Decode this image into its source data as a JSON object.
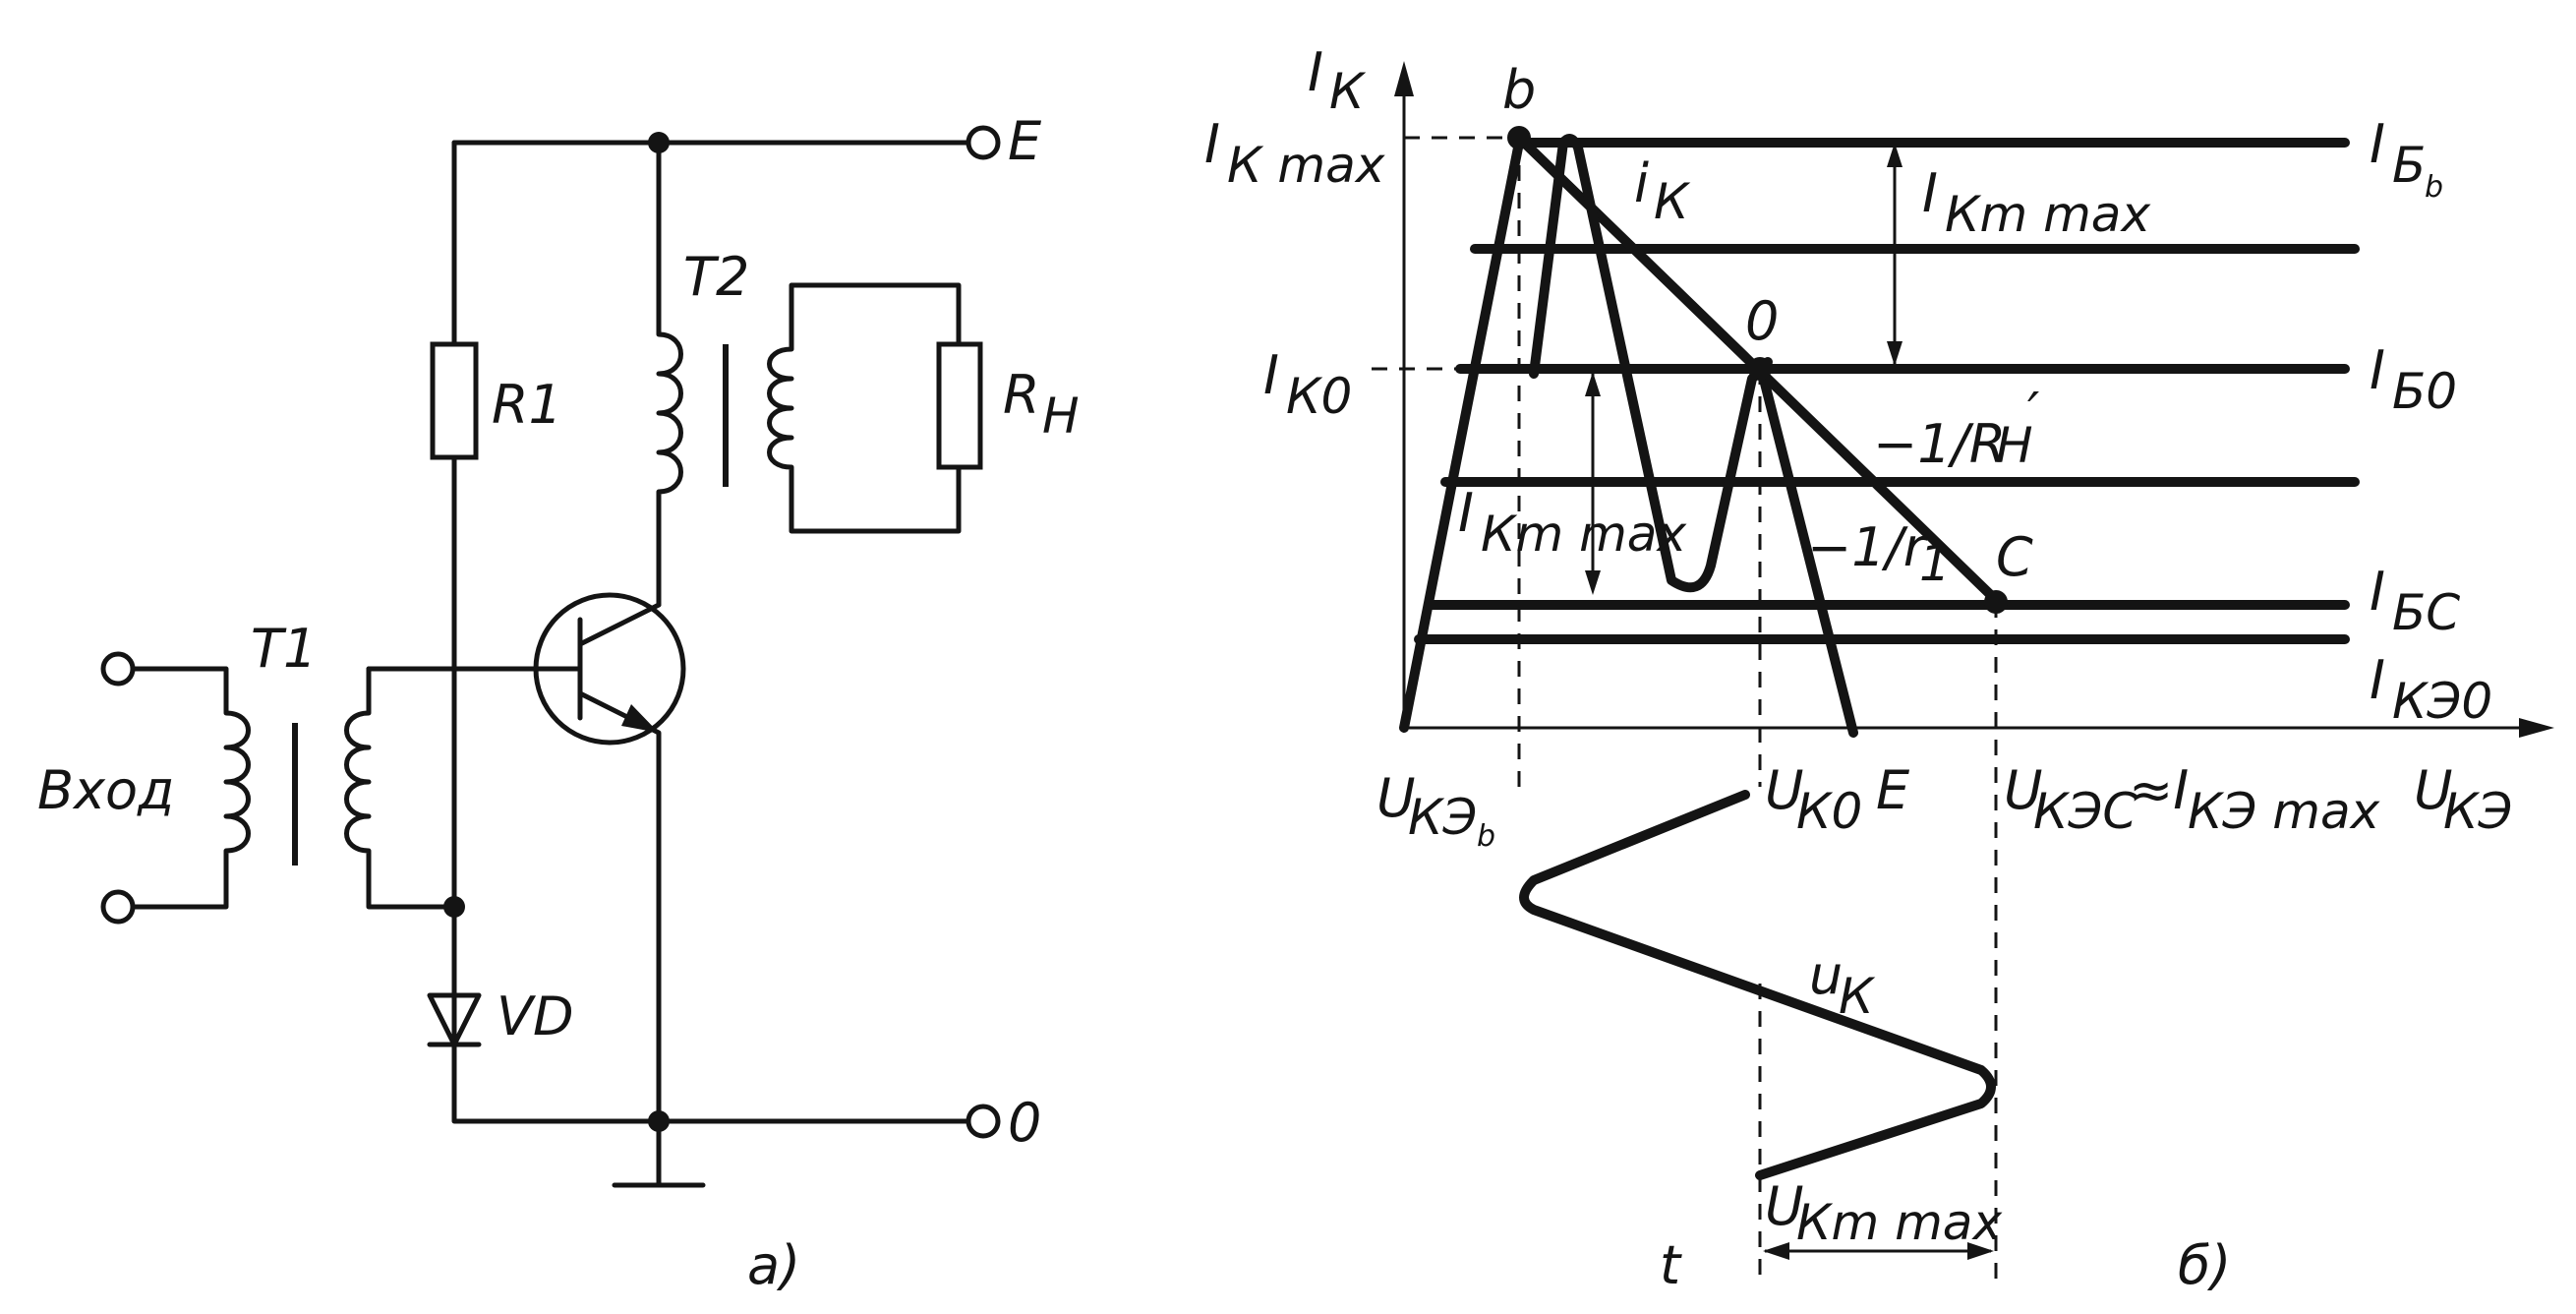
{
  "circuit": {
    "supply_terminal": "E",
    "ground_terminal": "0",
    "input_label": "Вход",
    "t1_label": "T1",
    "t2_label": "T2",
    "r1_label": "R1",
    "load_label": "R",
    "load_sub": "Н",
    "diode_label": "VD",
    "caption": "а)"
  },
  "graph": {
    "y_axis": "I",
    "y_axis_sub": "К",
    "x_axis": "U",
    "x_axis_sub": "КЭ",
    "point_b": "b",
    "point_0": "0",
    "point_c": "C",
    "point_e": "E",
    "ik_max": "I",
    "ik_max_sub": "К max",
    "ik0": "I",
    "ik0_sub": "К0",
    "ikm_max_top": "I",
    "ikm_max_top_sub": "Кm max",
    "ikm_max_mid": "I",
    "ikm_max_mid_sub": "Кm max",
    "ik_wave": "i",
    "ik_wave_sub": "К",
    "ib_b": "I",
    "ib_b_sub": "Б",
    "ib_b_sub2": "b",
    "ib_0": "I",
    "ib_0_sub": "Б0",
    "ib_c": "I",
    "ib_c_sub": "БC",
    "ikeo": "I",
    "ikeo_sub": "КЭ0",
    "load_slope": "−1/R",
    "load_slope_sub": "Н",
    "load_slope_prime": "′",
    "r1_slope": "−1/r",
    "r1_slope_sub": "1",
    "uke_b": "U",
    "uke_b_sub": "КЭ",
    "uke_b_sub2": "b",
    "uk0": "U",
    "uk0_sub": "К0",
    "ukec": "U",
    "ukec_sub": "КЭC",
    "ukec_tail": "≈I",
    "ukec_tail_sub": "КЭ max",
    "uk_wave": "u",
    "uk_wave_sub": "К",
    "ukm_max": "U",
    "ukm_max_sub": "Кm max",
    "time_axis": "t",
    "caption": "б)"
  },
  "colors": {
    "ink": "#141414",
    "background": "#ffffff"
  }
}
